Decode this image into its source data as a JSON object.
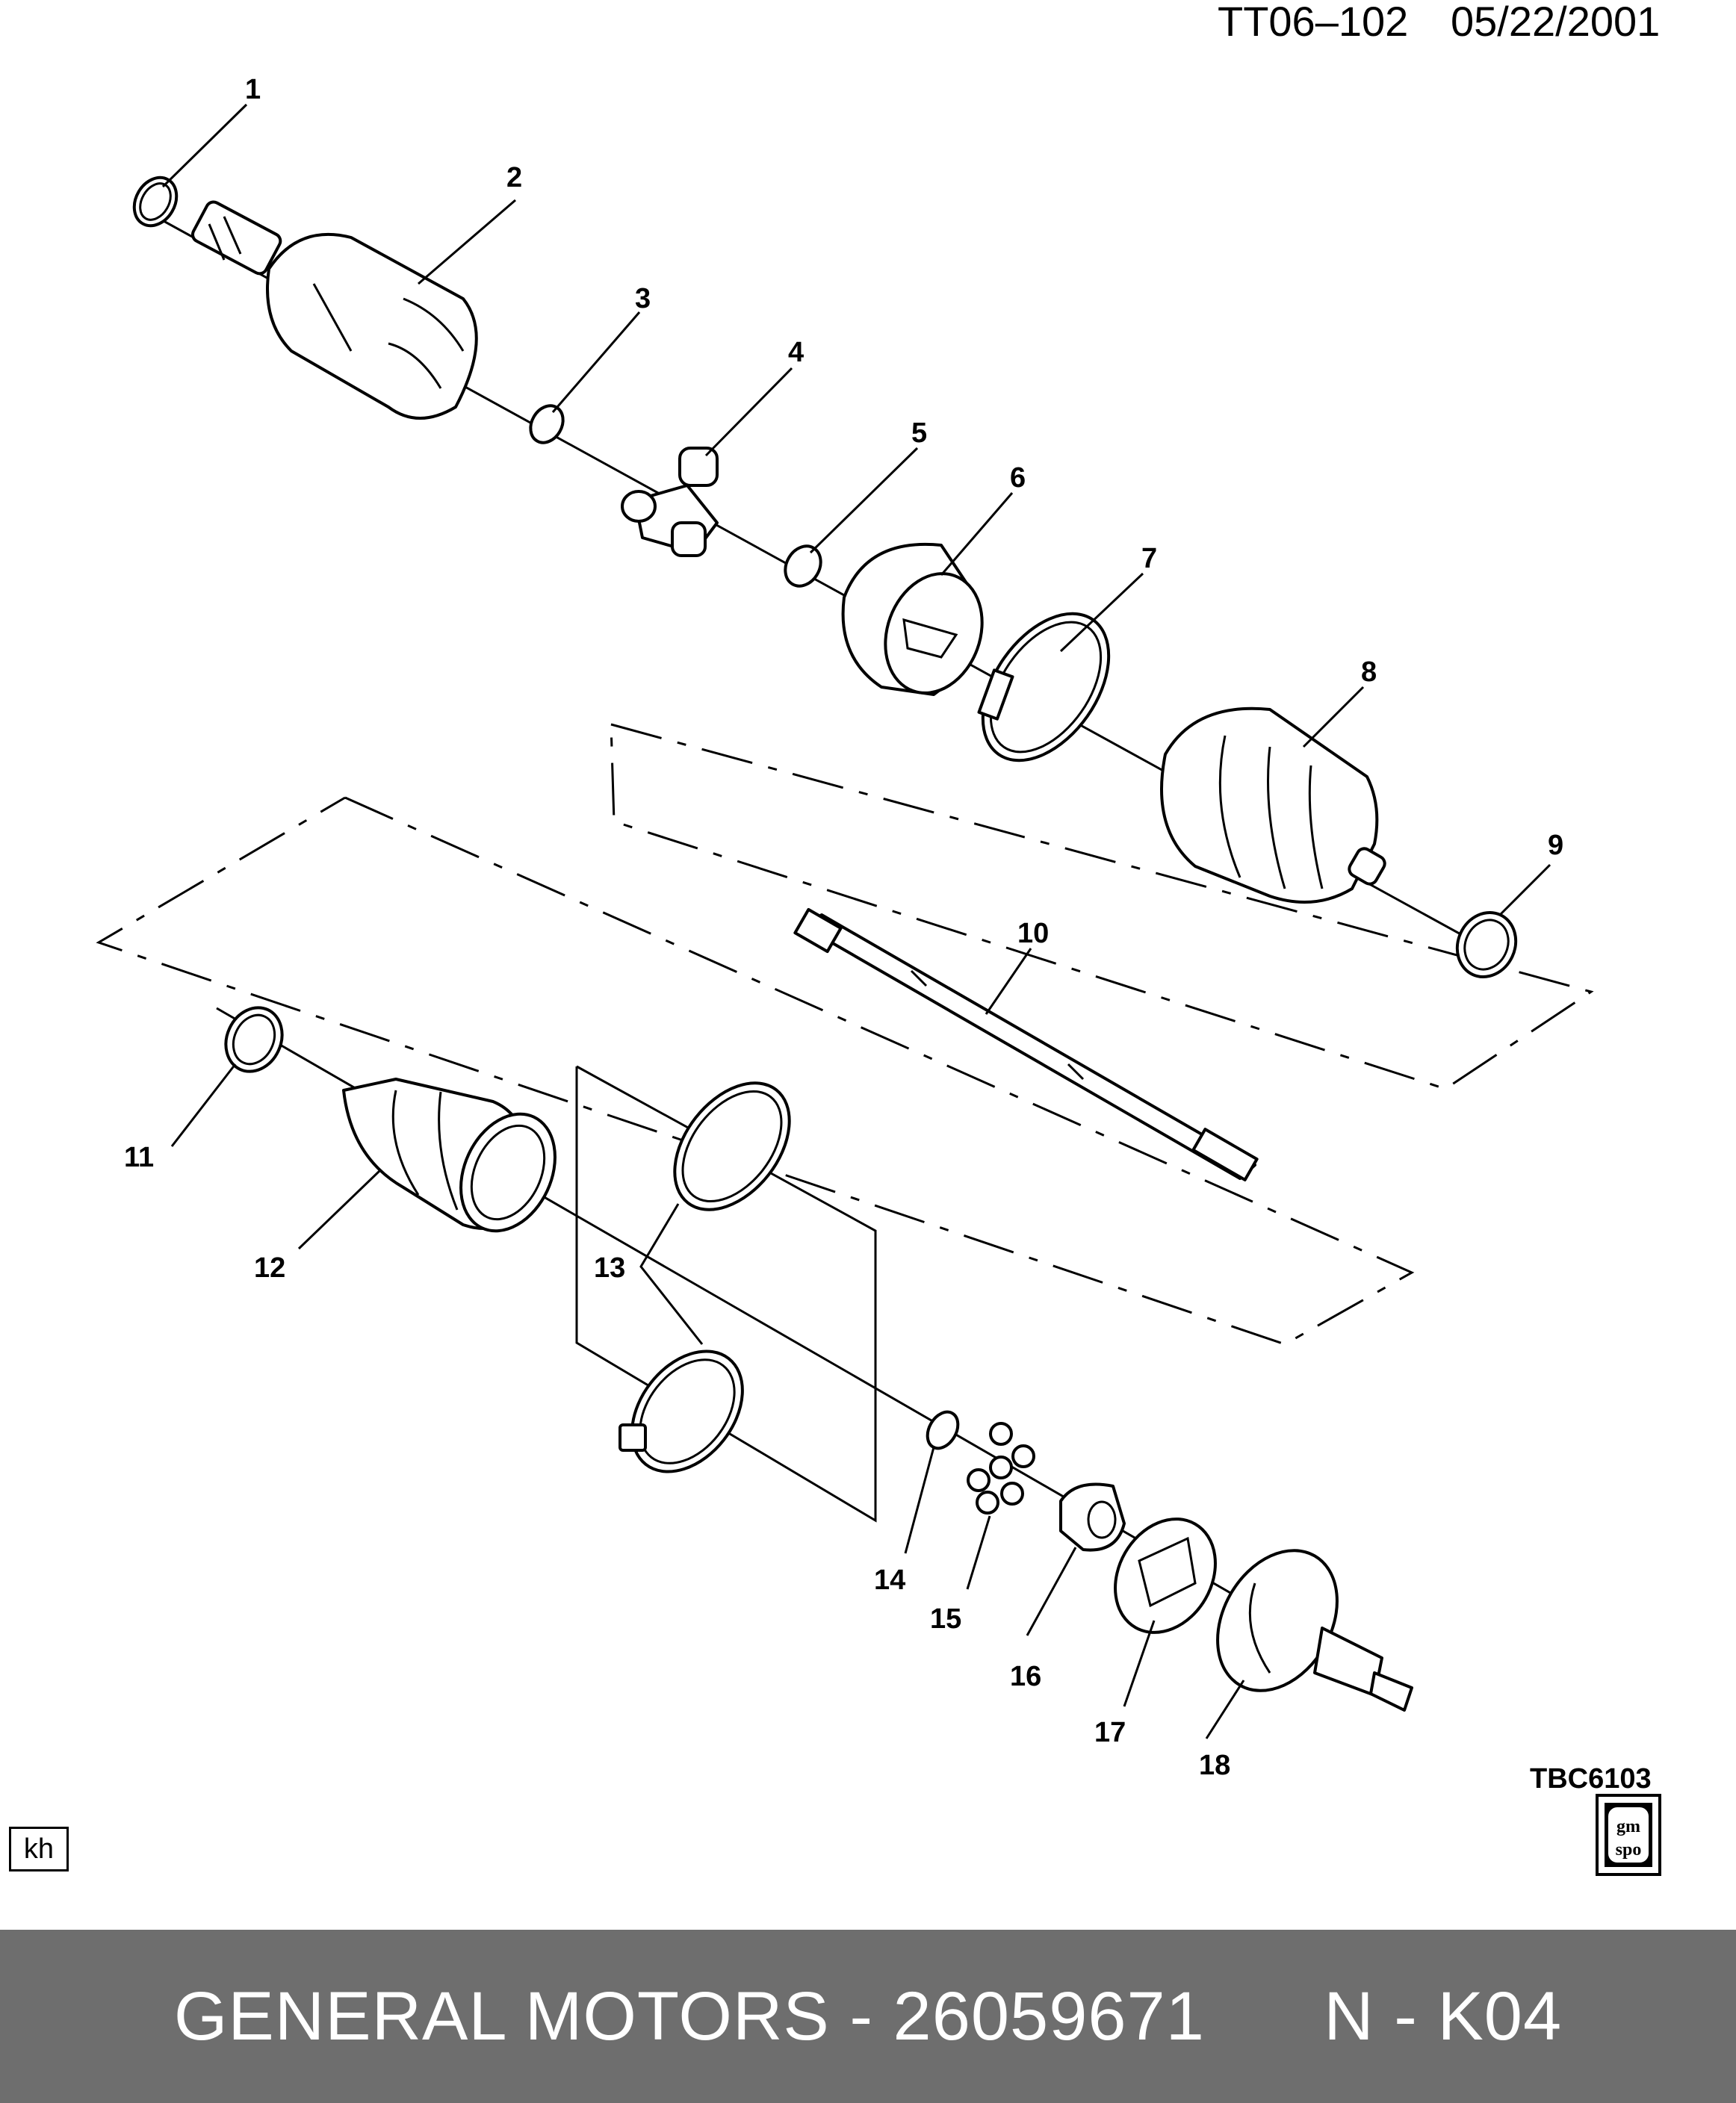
{
  "header": {
    "doc_id": "TT06–102",
    "date": "05/22/2001"
  },
  "diagram_code": "TBC6103",
  "badge": {
    "line1": "gm",
    "line2": "spo"
  },
  "corner_tag": "kh",
  "footer": {
    "text": "GENERAL MOTORS - 26059671      N - K04"
  },
  "callouts": [
    "1",
    "2",
    "3",
    "4",
    "5",
    "6",
    "7",
    "8",
    "9",
    "10",
    "11",
    "12",
    "13",
    "14",
    "15",
    "16",
    "17",
    "18"
  ]
}
